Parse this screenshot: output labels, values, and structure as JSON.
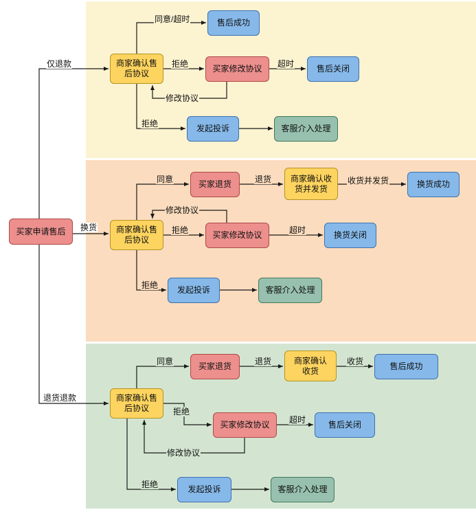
{
  "diagram": {
    "root": {
      "label": "买家申请售后"
    },
    "branch_labels": {
      "refund_only": "仅退款",
      "exchange": "换货",
      "return_refund": "退货退款"
    },
    "sections": {
      "refund_only": {
        "nodes": {
          "confirm": "商家确认售后协议",
          "success": "售后成功",
          "modify": "买家修改协议",
          "closed": "售后关闭",
          "complaint": "发起投诉",
          "service": "客服介入处理"
        },
        "edge_labels": {
          "agree_timeout": "同意/超时",
          "reject1": "拒绝",
          "timeout": "超时",
          "modify_agreement": "修改协议",
          "reject2": "拒绝"
        }
      },
      "exchange": {
        "nodes": {
          "confirm": "商家确认售后协议",
          "return": "买家退货",
          "receive_ship": "商家确认收货并发货",
          "success": "换货成功",
          "modify": "买家修改协议",
          "closed": "换货关闭",
          "complaint": "发起投诉",
          "service": "客服介入处理"
        },
        "edge_labels": {
          "agree": "同意",
          "return": "退货",
          "receive_ship": "收货并发货",
          "modify_agreement": "修改协议",
          "reject1": "拒绝",
          "timeout": "超时",
          "reject2": "拒绝"
        }
      },
      "return_refund": {
        "nodes": {
          "confirm": "商家确认售后协议",
          "return": "买家退货",
          "receive": "商家确认收货",
          "success": "售后成功",
          "modify": "买家修改协议",
          "closed": "售后关闭",
          "complaint": "发起投诉",
          "service": "客服介入处理"
        },
        "edge_labels": {
          "agree": "同意",
          "return": "退货",
          "receive": "收货",
          "reject1": "拒绝",
          "timeout": "超时",
          "modify_agreement": "修改协议",
          "reject2": "拒绝"
        }
      }
    },
    "colors": {
      "red_fill": "#ec8f8d",
      "red_stroke": "#ad4a47",
      "yellow_fill": "#fdd45f",
      "yellow_stroke": "#b39325",
      "blue_fill": "#86b9ea",
      "blue_stroke": "#3e71ad",
      "teal_fill": "#97c1ae",
      "teal_stroke": "#41775d",
      "bg_refund": "#fcf3d1",
      "bg_exchange": "#fbdcbe",
      "bg_return": "#d3e5d1",
      "line": "#1a1a1a"
    }
  }
}
